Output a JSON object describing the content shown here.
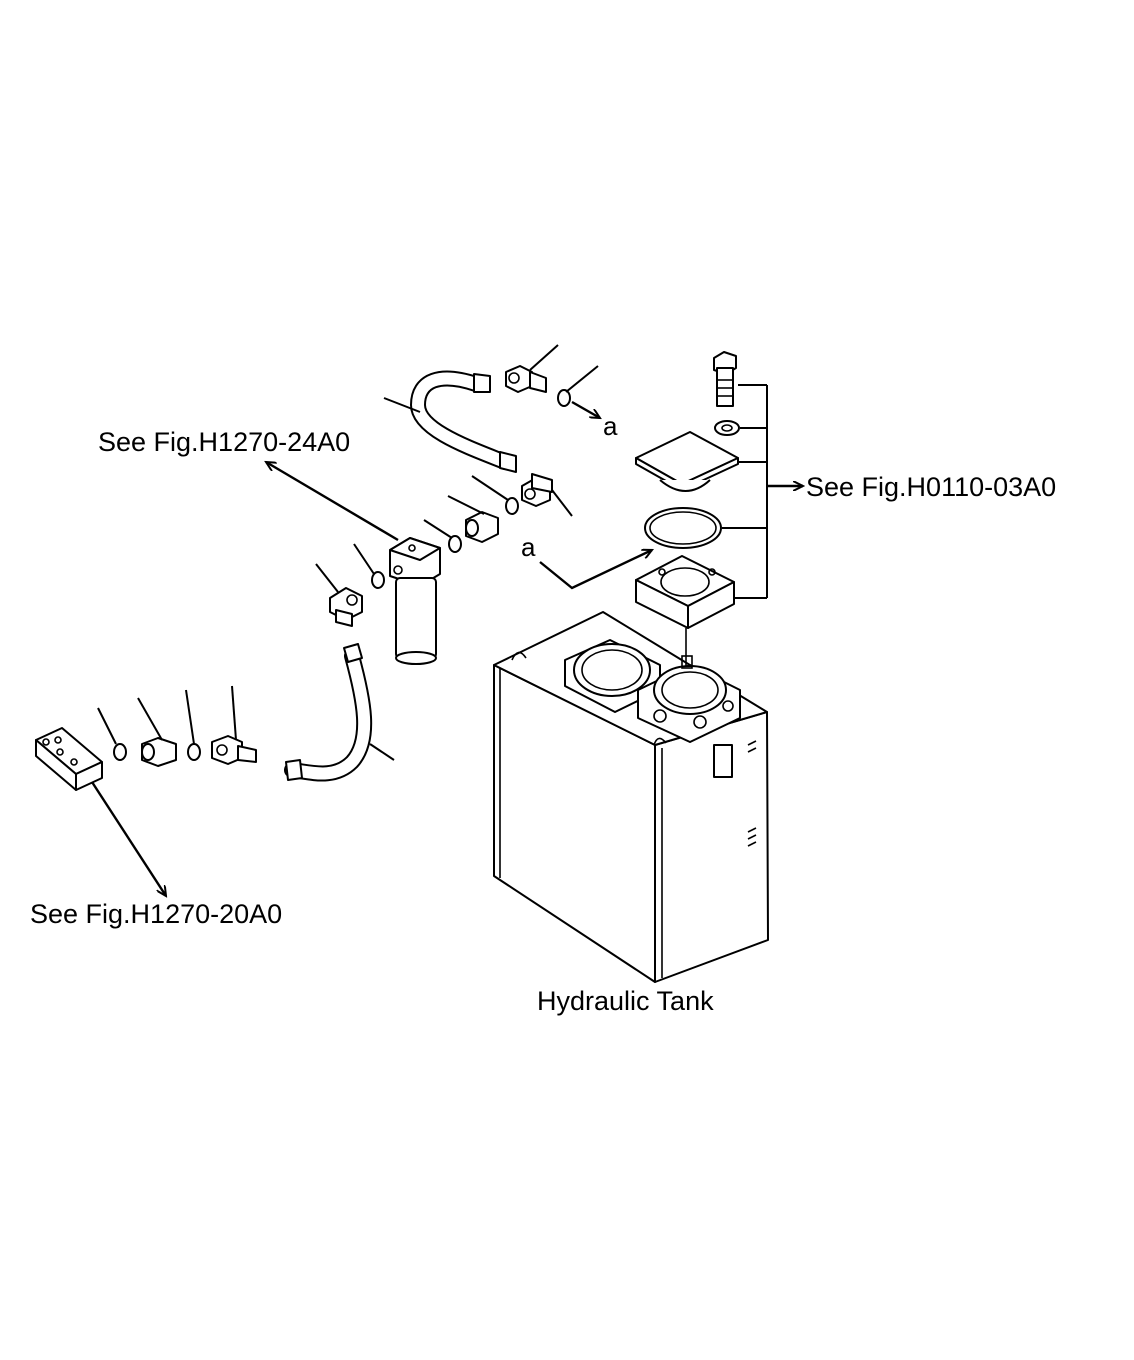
{
  "labels": {
    "see_fig_top_left": "See Fig.H1270-24A0",
    "see_fig_right": "See Fig.H0110-03A0",
    "see_fig_bottom_left": "See Fig.H1270-20A0",
    "tank": "Hydraulic Tank",
    "ref_a_top": "a",
    "ref_a_mid": "a"
  }
}
